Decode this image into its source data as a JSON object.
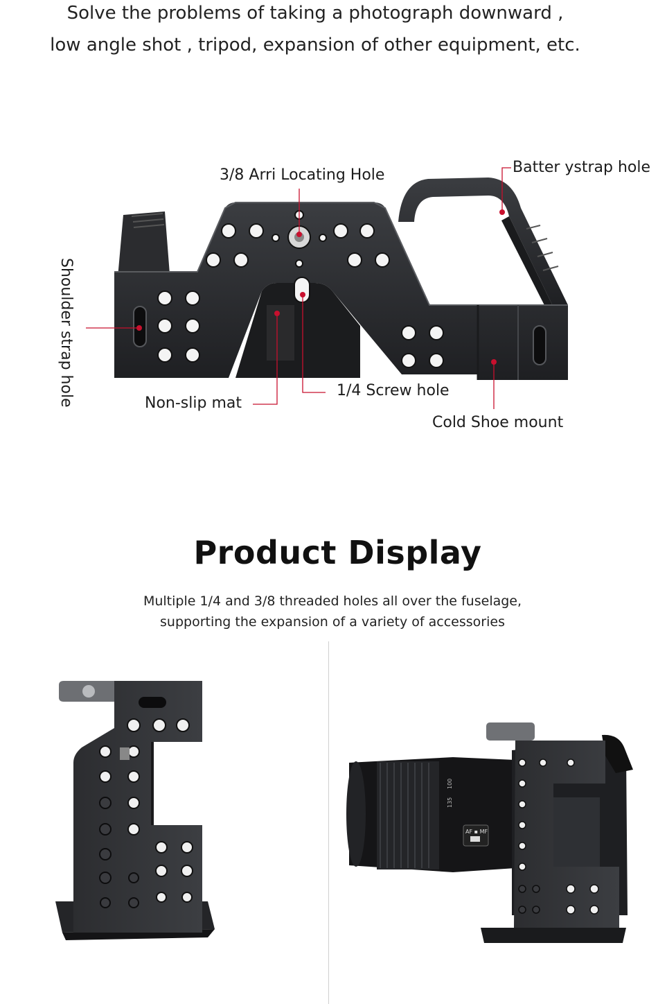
{
  "intro": {
    "line1": "Solve the problems of taking a photograph downward ,",
    "line2": "low angle shot , tripod, expansion of other equipment, etc."
  },
  "callouts": {
    "arri": "3/8 Arri Locating Hole",
    "battery_strap": "Batter ystrap hole",
    "shoulder_strap": "Shoulder strap hole",
    "screw": "1/4 Screw hole",
    "non_slip": "Non-slip mat",
    "cold_shoe": "Cold Shoe mount"
  },
  "colors": {
    "accent": "#c8102e",
    "metal": "#2a2b2e",
    "metal_light": "#4a4c50",
    "hole": "#f4f4f4"
  },
  "product_display": {
    "title": "Product Display",
    "subtitle_line1": "Multiple 1/4 and 3/8 threaded holes all over the fuselage,",
    "subtitle_line2": "supporting the expansion of a variety of accessories"
  },
  "lens_markings": {
    "switch": "AF ▪ MF",
    "focal_1": "135",
    "focal_2": "100"
  }
}
